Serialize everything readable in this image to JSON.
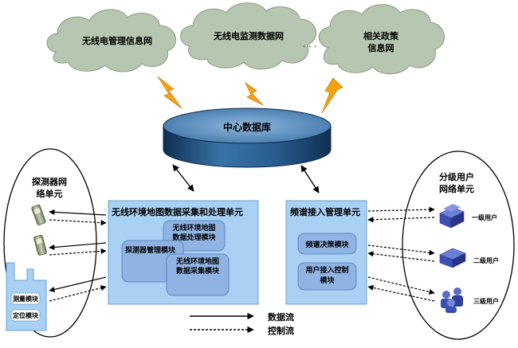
{
  "clouds": [
    {
      "label_line1": "无线电管理信息网",
      "label_line2": ""
    },
    {
      "label_line1": "无线电监测数据网",
      "label_line2": ""
    },
    {
      "label_line1": "相关政策",
      "label_line2": "信息网"
    }
  ],
  "ellipsis": "· · ·",
  "database": {
    "label": "中心数据库"
  },
  "left_group": {
    "title_line1": "探测器网",
    "title_line2": "络单元"
  },
  "device_modules": [
    "测量模块",
    "定位模块"
  ],
  "main_unit": {
    "title": "无线环境地图数据采集和处理单元",
    "modules": [
      {
        "line1": "无线环境地图",
        "line2": "数据处理模块"
      },
      {
        "line1": "探测器管理模块",
        "line2": ""
      },
      {
        "line1": "无线环境地图",
        "line2": "数据采集模块"
      }
    ]
  },
  "access_unit": {
    "title": "频谱接入管理单元",
    "modules": [
      {
        "line1": "频谱决策模块",
        "line2": ""
      },
      {
        "line1": "用户接入控制",
        "line2": "模块"
      }
    ]
  },
  "right_group": {
    "title_line1": "分级用户",
    "title_line2": "网络单元",
    "users": [
      "一级用户",
      "二级用户",
      "三级用户"
    ]
  },
  "legend": {
    "data_flow": "数据流",
    "control_flow": "控制流"
  },
  "colors": {
    "cloud": "#b7c6b0",
    "box_fill": "#a9d1f3",
    "module_fill": "#8fb3e3",
    "database": "#1e4f7a",
    "lightning": "#f5a20f"
  }
}
